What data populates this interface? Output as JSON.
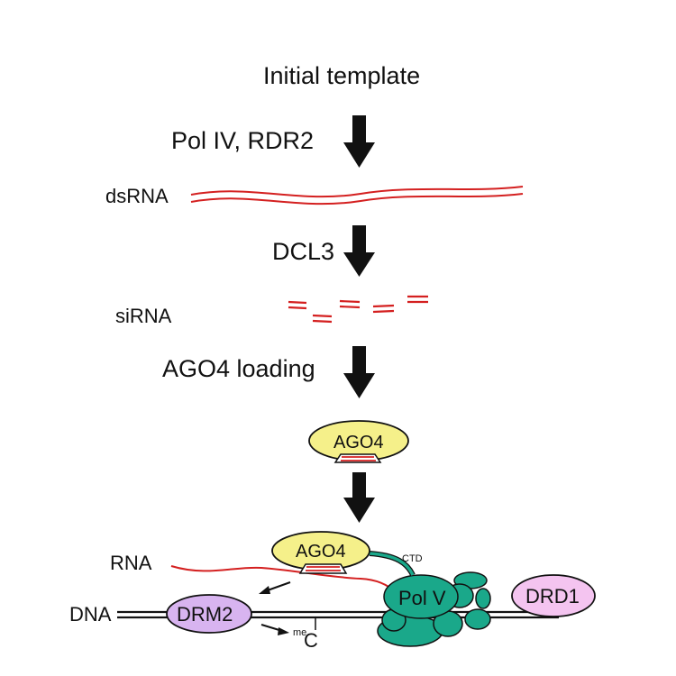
{
  "steps": {
    "initial_template": "Initial template",
    "pol_iv_rdr2": "Pol IV, RDR2",
    "dsrna": "dsRNA",
    "dcl3": "DCL3",
    "sirna": "siRNA",
    "ago4_loading": "AGO4 loading"
  },
  "complex": {
    "ago4_top": "AGO4",
    "ago4_bottom": "AGO4",
    "rna": "RNA",
    "ctd": "CTD",
    "dna": "DNA",
    "drm2": "DRM2",
    "pol_v": "Pol V",
    "drd1": "DRD1",
    "methyl_c_sup": "me",
    "methyl_c": "C"
  },
  "colors": {
    "rna_red": "#d42020",
    "ago4_fill": "#f5f08a",
    "polv_fill": "#1aa88a",
    "drm2_fill": "#d8b4f0",
    "drd1_fill": "#f4c4f0",
    "arrow": "#111111"
  }
}
